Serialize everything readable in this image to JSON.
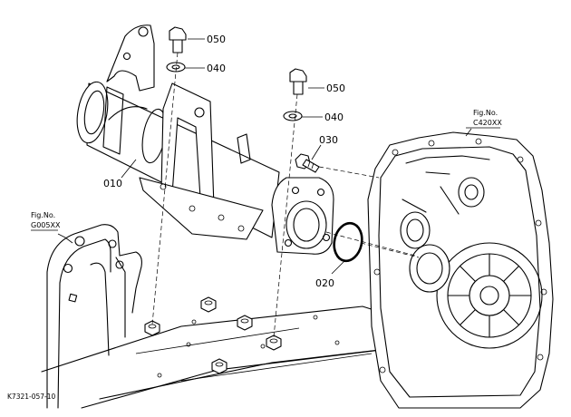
{
  "callouts": {
    "p010": "010",
    "p020": "020",
    "p030": "030",
    "p040_top": "040",
    "p040_mid": "040",
    "p050_top": "050",
    "p050_mid": "050"
  },
  "fig_refs": {
    "left": {
      "label": "Fig.No.",
      "number": "G005XX"
    },
    "right": {
      "label": "Fig.No.",
      "number": "C420XX"
    }
  },
  "drawing_code": "K7321-057-10"
}
